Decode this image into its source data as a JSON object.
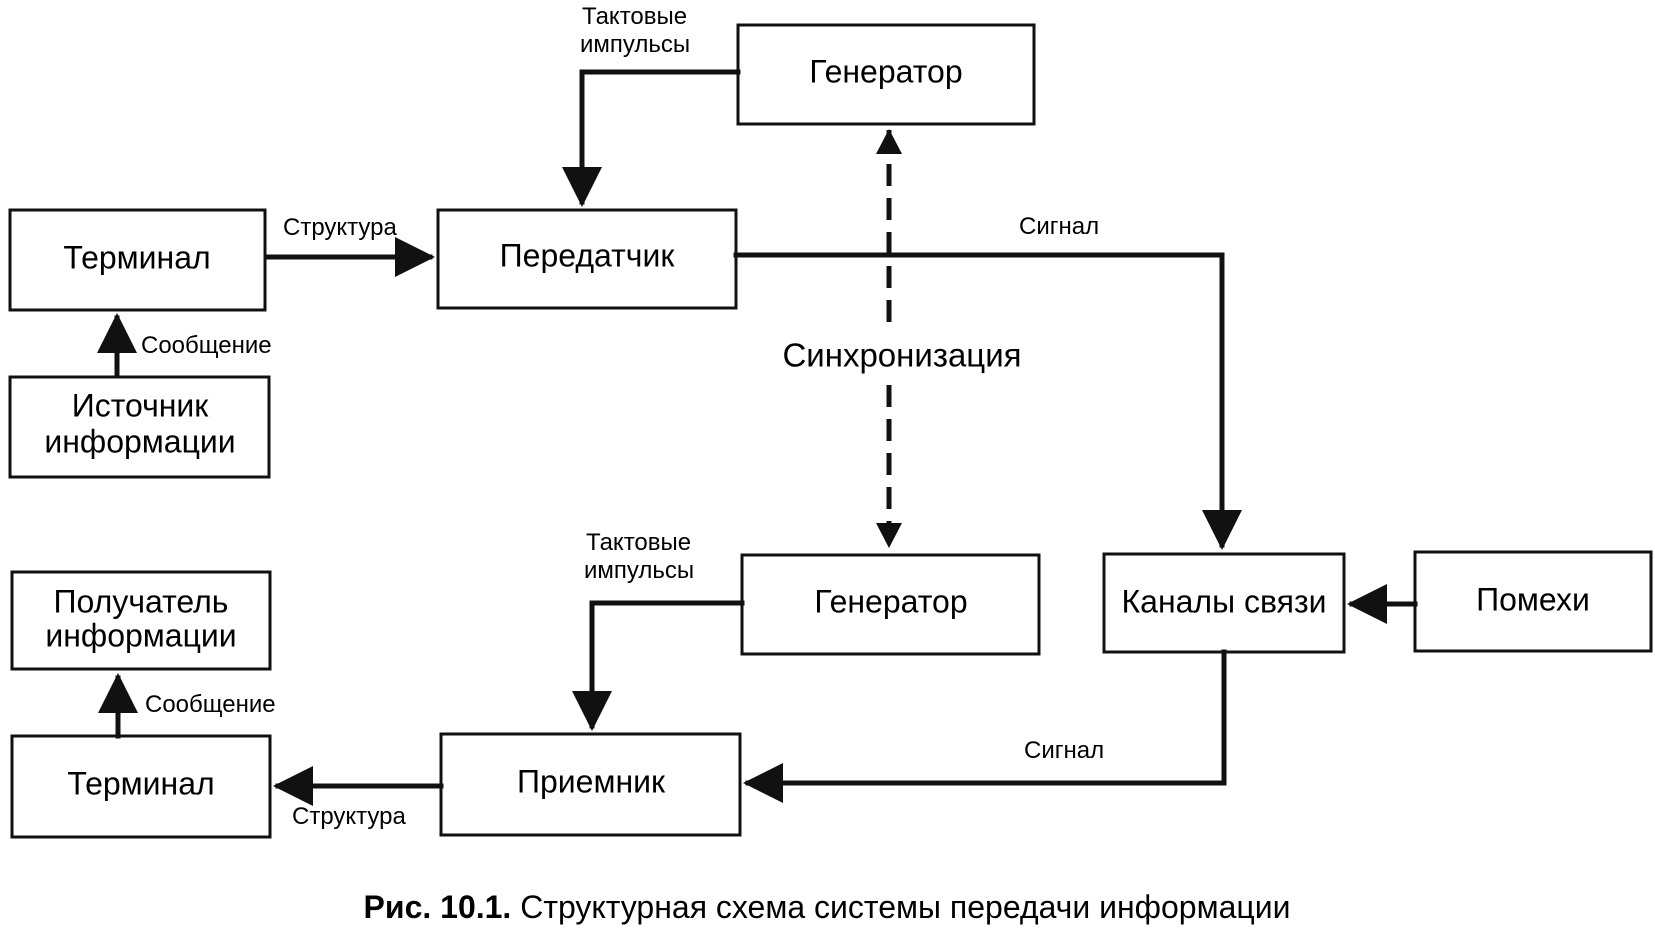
{
  "nodes": {
    "terminal_top": "Терминал",
    "transmitter": "Передатчик",
    "generator_top": "Генератор",
    "source_line1": "Источник",
    "source_line2": "информации",
    "channel": "Каналы связи",
    "noise": "Помехи",
    "generator_bottom": "Генератор",
    "recipient_line1": "Получатель",
    "recipient_line2": "информации",
    "receiver": "Приемник",
    "terminal_bottom": "Терминал"
  },
  "labels": {
    "clock_top_line1": "Тактовые",
    "clock_top_line2": "импульсы",
    "structure_top": "Структура",
    "message_top": "Сообщение",
    "signal_top": "Сигнал",
    "sync": "Синхронизация",
    "clock_bottom_line1": "Тактовые",
    "clock_bottom_line2": "импульсы",
    "message_bottom": "Сообщение",
    "signal_bottom": "Сигнал",
    "structure_bottom": "Структура"
  },
  "caption": {
    "prefix": "Рис. 10.1.",
    "text": " Структурная схема системы передачи информации"
  }
}
